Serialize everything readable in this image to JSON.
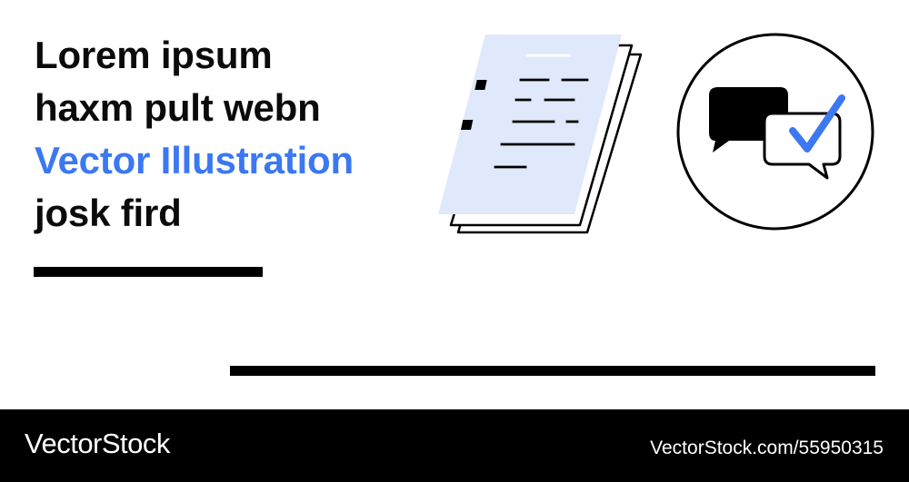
{
  "headline": {
    "line1": "Lorem ipsum",
    "line2": "haxm pult webn",
    "line3": "Vector Illustration",
    "line4": "josk fird"
  },
  "colors": {
    "text": "#0b0b0b",
    "accent": "#3b78f2",
    "document_fill": "#dfe9fb",
    "footer_bg": "#000000"
  },
  "illustrations": {
    "document": "document-stack-icon",
    "chat": "chat-bubbles-checkmark-icon"
  },
  "footer": {
    "brand": "VectorStock",
    "image_id": "VectorStock.com/55950315"
  }
}
